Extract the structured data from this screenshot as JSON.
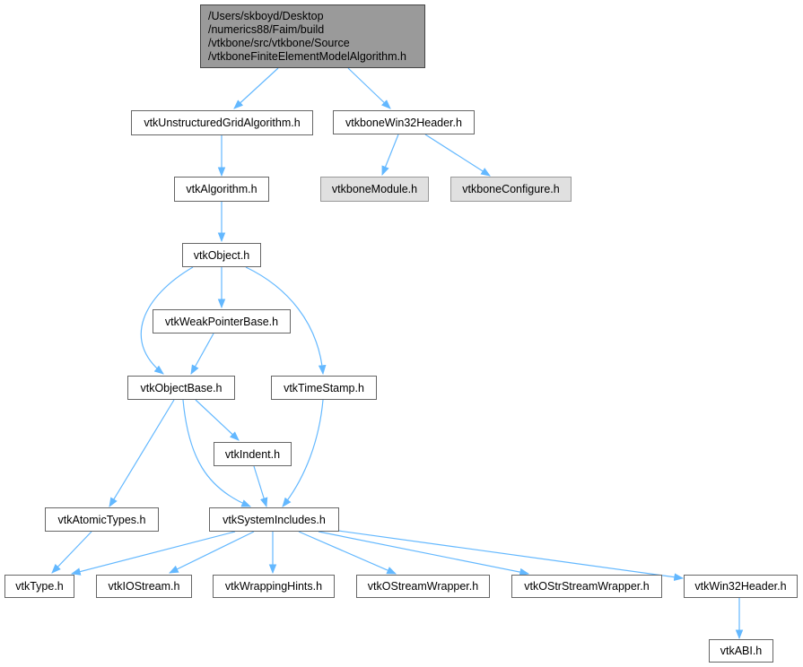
{
  "colors": {
    "edge": "#63b8ff",
    "node_border": "#666666",
    "root_fill": "#9a9a9a",
    "external_fill": "#e0e0e0"
  },
  "nodes": {
    "root": "/Users/skboyd/Desktop\n/numerics88/Faim/build\n/vtkbone/src/vtkbone/Source\n/vtkboneFiniteElementModelAlgorithm.h",
    "ugrid": "vtkUnstructuredGridAlgorithm.h",
    "win32hdr": "vtkboneWin32Header.h",
    "module": "vtkboneModule.h",
    "configure": "vtkboneConfigure.h",
    "algorithm": "vtkAlgorithm.h",
    "object": "vtkObject.h",
    "weakptr": "vtkWeakPointerBase.h",
    "objectbase": "vtkObjectBase.h",
    "timestamp": "vtkTimeStamp.h",
    "indent": "vtkIndent.h",
    "atomic": "vtkAtomicTypes.h",
    "sysinc": "vtkSystemIncludes.h",
    "type": "vtkType.h",
    "iostream": "vtkIOStream.h",
    "wrapping": "vtkWrappingHints.h",
    "ostream": "vtkOStreamWrapper.h",
    "ostrstream": "vtkOStrStreamWrapper.h",
    "vtkwin32": "vtkWin32Header.h",
    "abi": "vtkABI.h"
  }
}
